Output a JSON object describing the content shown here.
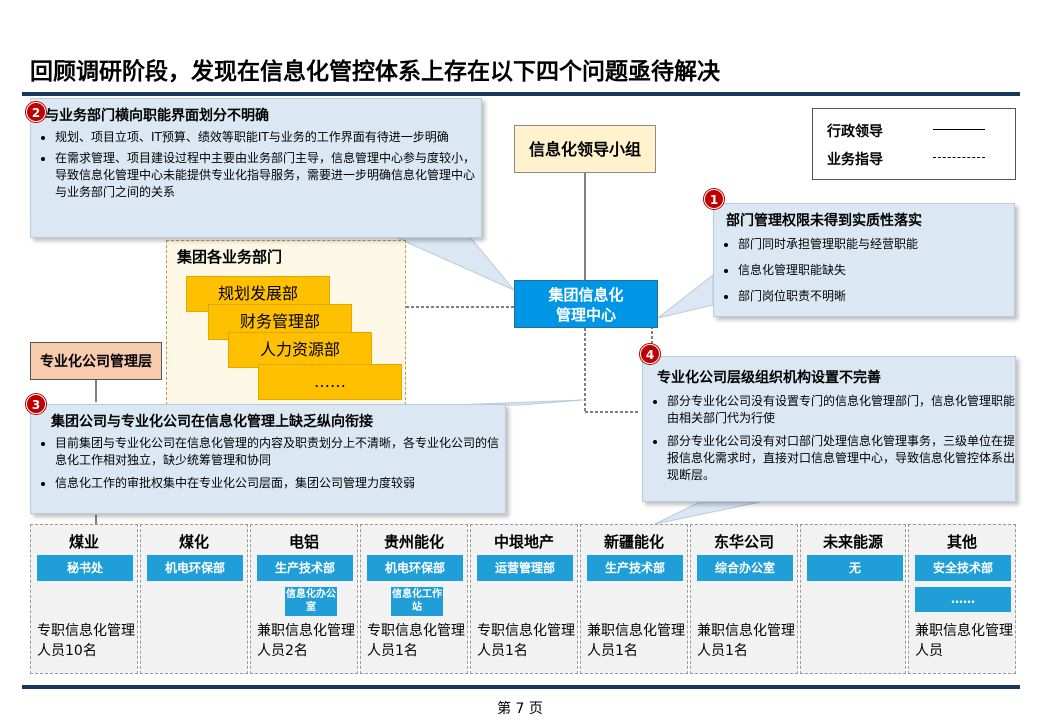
{
  "title": "回顾调研阶段，发现在信息化管控体系上存在以下四个问题亟待解决",
  "page_number": "第 7 页",
  "legend": {
    "solid": "行政领导",
    "dashed": "业务指导"
  },
  "leader_group": "信息化领导小组",
  "center": {
    "line1": "集团信息化",
    "line2": "管理中心"
  },
  "business_departments": {
    "title": "集团各业务部门",
    "items": [
      "规划发展部",
      "财务管理部",
      "人力资源部",
      "……"
    ]
  },
  "specialized_layer": "专业化公司管理层",
  "issues": [
    {
      "number": "2",
      "title": "与业务部门横向职能界面划分不明确",
      "bullets": [
        "规划、项目立项、IT预算、绩效等职能IT与业务的工作界面有待进一步明确",
        "在需求管理、项目建设过程中主要由业务部门主导，信息管理中心参与度较小，导致信息化管理中心未能提供专业化指导服务，需要进一步明确信息化管理中心与业务部门之间的关系"
      ]
    },
    {
      "number": "1",
      "title": "部门管理权限未得到实质性落实",
      "bullets": [
        "部门同时承担管理职能与经营职能",
        "信息化管理职能缺失",
        "部门岗位职责不明晰"
      ]
    },
    {
      "number": "3",
      "title": "集团公司与专业化公司在信息化管理上缺乏纵向衔接",
      "bullets": [
        "目前集团与专业化公司在信息化管理的内容及职责划分上不清晰，各专业化公司的信息化工作相对独立，缺少统筹管理和协同",
        "信息化工作的审批权集中在专业化公司层面，集团公司管理力度较弱"
      ]
    },
    {
      "number": "4",
      "title": "专业化公司层级组织机构设置不完善",
      "bullets": [
        "部分专业化公司没有设置专门的信息化管理部门，信息化管理职能由相关部门代为行使",
        "部分专业化公司没有对口部门处理信息化管理事务，三级单位在提报信息化需求时，直接对口信息管理中心，导致信息化管控体系出现断层。"
      ]
    }
  ],
  "companies": [
    {
      "name": "煤业",
      "dept": "秘书处",
      "sub": "",
      "staff": "专职信息化管理人员10名"
    },
    {
      "name": "煤化",
      "dept": "机电环保部",
      "sub": "",
      "staff": ""
    },
    {
      "name": "电铝",
      "dept": "生产技术部",
      "sub": "信息化办公室",
      "staff": "兼职信息化管理人员2名"
    },
    {
      "name": "贵州能化",
      "dept": "机电环保部",
      "sub": "信息化工作站",
      "staff": "专职信息化管理人员1名"
    },
    {
      "name": "中垠地产",
      "dept": "运营管理部",
      "sub": "",
      "staff": "专职信息化管理人员1名"
    },
    {
      "name": "新疆能化",
      "dept": "生产技术部",
      "sub": "",
      "staff": "兼职信息化管理人员1名"
    },
    {
      "name": "东华公司",
      "dept": "综合办公室",
      "sub": "",
      "staff": "兼职信息化管理人员1名"
    },
    {
      "name": "未来能源",
      "dept": "无",
      "sub": "",
      "staff": ""
    },
    {
      "name": "其他",
      "dept": "安全技术部",
      "sub": "……",
      "staff": "兼职信息化管理人员"
    }
  ]
}
